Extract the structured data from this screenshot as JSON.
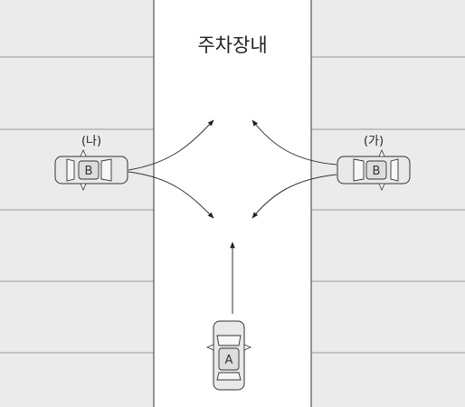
{
  "title": "주차장내",
  "cars": [
    {
      "id": "car-b-left",
      "letter": "B",
      "tag": "(나)"
    },
    {
      "id": "car-b-right",
      "letter": "B",
      "tag": "(가)"
    },
    {
      "id": "car-a",
      "letter": "A",
      "tag": ""
    }
  ],
  "colors": {
    "parking_area": "#ebebeb",
    "lines": "#999999",
    "ink": "#333333"
  }
}
